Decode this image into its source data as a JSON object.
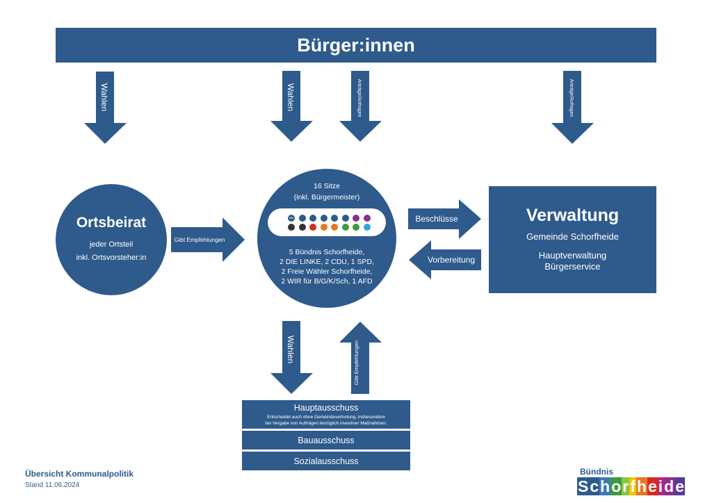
{
  "banner": {
    "title": "Bürger:innen"
  },
  "arrows": {
    "wahlen_left": "Wahlen",
    "wahlen_center": "Wahlen",
    "antraege_center": "Anträge/Anfragen",
    "antraege_right": "Anträge/Anfragen",
    "empfehlungen_right": "Gibt Empfehlungen",
    "beschluesse": "Beschlüsse",
    "vorbereitung": "Vorbereitung",
    "wahlen_down": "Wahlen",
    "empfehlungen_up": "Gibt Empfehlungen"
  },
  "ortsbeirat": {
    "title": "Ortsbeirat",
    "line1": "jeder Ortsteil",
    "line2": "inkl. Ortsvorsteher:in"
  },
  "gemeindevertretung": {
    "seats_line1": "16 Sitze",
    "seats_line2": "(inkl. Bürgermeister)",
    "seat_label": "BM",
    "desc": [
      "5 Bündnis Schorfheide,",
      "2 DIE LINKE, 2 CDU, 1 SPD,",
      "2 Freie Wähler Schorfheide,",
      "2 WIR für B/G/K/Sch, 1 AFD"
    ],
    "seat_colors_row1": [
      "#2e5a8c",
      "#2e5a8c",
      "#2e5a8c",
      "#2e5a8c",
      "#2e5a8c",
      "#2e5a8c",
      "#8e2d8e",
      "#8e2d8e"
    ],
    "seat_colors_row2": [
      "#333333",
      "#333333",
      "#d52b1e",
      "#e87722",
      "#e87722",
      "#3d9a3d",
      "#3d9a3d",
      "#29a8e0"
    ]
  },
  "verwaltung": {
    "title": "Verwaltung",
    "line1": "Gemeinde Schorfheide",
    "line2": "Hauptverwaltung",
    "line3": "Bürgerservice"
  },
  "committees": {
    "haupt": {
      "name": "Hauptausschuss",
      "desc1": "Entscheidet auch ohne Gemeindevertretung, insbesondere",
      "desc2": "bei Vergabe von Aufträgen bezüglich investiver Maßnahmen."
    },
    "bau": "Bauausschuss",
    "sozial": "Sozialausschuss"
  },
  "footer": {
    "title": "Übersicht Kommunalpolitik",
    "date": "Stand 11.06.2024"
  },
  "logo": {
    "top": "Bündnis",
    "word": "Schorfheide",
    "colors": [
      "#2e5a8c",
      "#2e5a8c",
      "#3d7ab8",
      "#3d9a3d",
      "#8cc63f",
      "#f2c500",
      "#e87722",
      "#d52b1e",
      "#b5267a",
      "#8e2d8e",
      "#5b3a93"
    ]
  },
  "colors": {
    "primary": "#2e5a8c",
    "background": "#ffffff"
  }
}
